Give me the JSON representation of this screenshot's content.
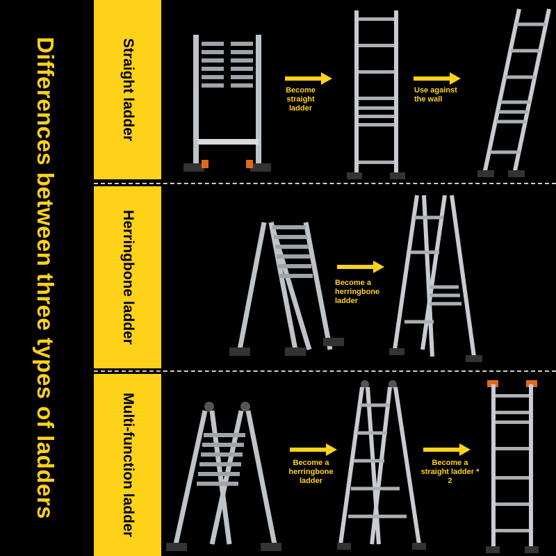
{
  "title": "Differences between three types of ladders",
  "rows": [
    {
      "label": "Straight ladder",
      "steps": [
        "Become straight ladder",
        "Use against the wall"
      ]
    },
    {
      "label": "Herringbone ladder",
      "steps": [
        "Become a herringbone ladder"
      ]
    },
    {
      "label": "Multi-function ladder",
      "steps": [
        "Become a herringbone ladder",
        "Become a straight ladder * 2"
      ]
    }
  ],
  "colors": {
    "accent": "#ffd21a",
    "background": "#000000",
    "metal": "#c8ccd0",
    "foot": "#e06a1a"
  }
}
